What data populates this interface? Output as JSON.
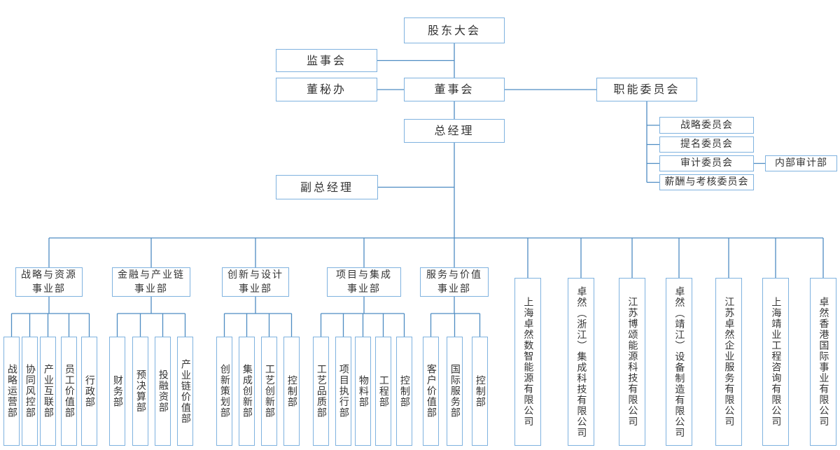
{
  "colors": {
    "box_border": "#7FB2DF",
    "connector_line": "#4E8CC2",
    "text": "#333333",
    "background": "#FFFFFF"
  },
  "governance": {
    "shareholders_meeting": "股东大会",
    "supervisory_board": "监事会",
    "board_secretary_office": "董秘办",
    "board_of_directors": "董事会",
    "functional_committees": "职能委员会",
    "general_manager": "总经理",
    "deputy_general_manager": "副总经理",
    "committees": [
      "战略委员会",
      "提名委员会",
      "审计委员会",
      "薪酬与考核委员会"
    ],
    "internal_audit_dept": "内部审计部"
  },
  "divisions": [
    {
      "label": "战略与资源\n事业部",
      "departments": [
        "战略运营部",
        "协同风控部",
        "产业互联部",
        "员工价值部",
        "行政部"
      ]
    },
    {
      "label": "金融与产业链\n事业部",
      "departments": [
        "财务部",
        "预决算部",
        "投融资部",
        "产业链价值部"
      ]
    },
    {
      "label": "创新与设计\n事业部",
      "departments": [
        "创新策划部",
        "集成创新部",
        "工艺创新部",
        "控制部"
      ]
    },
    {
      "label": "项目与集成\n事业部",
      "departments": [
        "工艺品质部",
        "项目执行部",
        "物料部",
        "工程部",
        "控制部"
      ]
    },
    {
      "label": "服务与价值\n事业部",
      "departments": [
        "客户价值部",
        "国际服务部",
        "控制部"
      ]
    }
  ],
  "subsidiaries": [
    "上海卓然数智能源有限公司",
    "卓然（浙江）集成科技有限公司",
    "江苏博颂能源科技有限公司",
    "卓然（靖江）设备制造有限公司",
    "江苏卓然企业服务有限公司",
    "上海靖业工程咨询有限公司",
    "卓然香港国际事业有限公司"
  ]
}
